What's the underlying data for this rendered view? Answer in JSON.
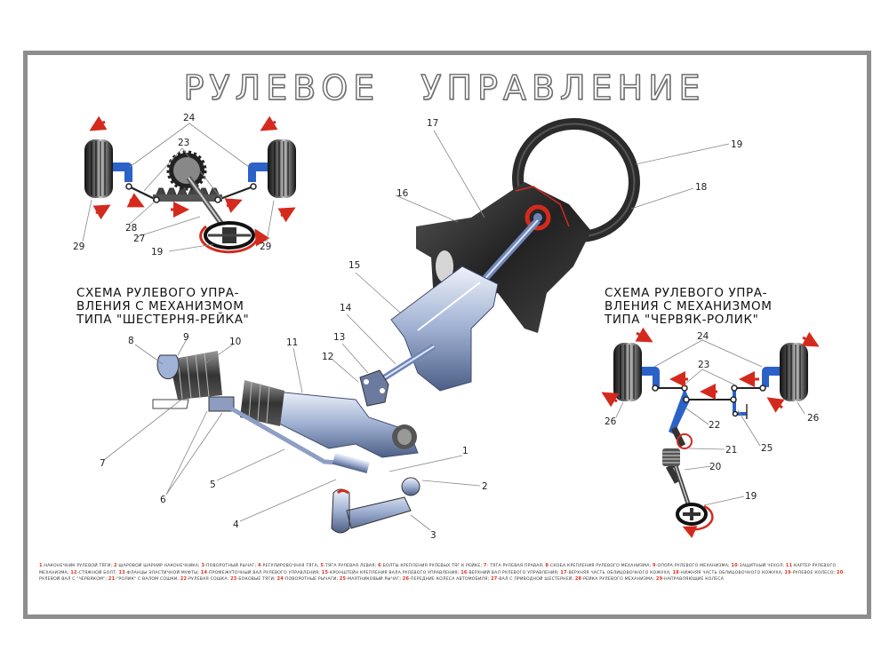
{
  "title": {
    "word1": "РУЛЕВОЕ",
    "word2": "УПРАВЛЕНИЕ"
  },
  "captions": {
    "rack_pinion": [
      "СХЕМА РУЛЕВОГО УПРА-",
      "ВЛЕНИЯ С МЕХАНИЗМОМ",
      "ТИПА \"ШЕСТЕРНЯ-РЕЙКА\""
    ],
    "worm_roller": [
      "СХЕМА РУЛЕВОГО УПРА-",
      "ВЛЕНИЯ С МЕХАНИЗМОМ",
      "ТИПА \"ЧЕРВЯК-РОЛИК\""
    ]
  },
  "colors": {
    "frame": "#8d8d8d",
    "accent_red": "#d42a1e",
    "arm_blue": "#2a62c8",
    "metal": "#a9b8d6",
    "dark": "#2b2b2b"
  },
  "callouts": {
    "main": [
      "1",
      "2",
      "3",
      "4",
      "5",
      "6",
      "7",
      "8",
      "9",
      "10",
      "11",
      "12",
      "13",
      "14",
      "15",
      "16",
      "17",
      "18",
      "19"
    ],
    "rack_scheme": [
      "24",
      "23",
      "28",
      "27",
      "19",
      "29",
      "29"
    ],
    "worm_scheme": [
      "24",
      "23",
      "26",
      "26",
      "22",
      "25",
      "21",
      "20",
      "19"
    ]
  },
  "legend": [
    {
      "n": "1",
      "t": "-наконечник рулевой тяги; "
    },
    {
      "n": "2",
      "t": "-шаровой шарнир наконечника; "
    },
    {
      "n": "3",
      "t": "-поворотный рычаг; "
    },
    {
      "n": "4",
      "t": "-регулировочная тяга; "
    },
    {
      "n": "5",
      "t": "-тяга рулевая левая; "
    },
    {
      "n": "6",
      "t": "-болты крепления рулевых тяг к рейке; "
    },
    {
      "n": "7",
      "t": "- тяга рулевая правая; "
    },
    {
      "n": "8",
      "t": "-скоба крепления рулевого механизма; "
    },
    {
      "n": "9",
      "t": "-опора рулевого механизма; "
    },
    {
      "n": "10",
      "t": "-защитный чехол; "
    },
    {
      "n": "11",
      "t": "-картер рулевого механизма; "
    },
    {
      "n": "12",
      "t": "-стяжной болт; "
    },
    {
      "n": "13",
      "t": "-фланцы эластичной муфты; "
    },
    {
      "n": "14",
      "t": "-промежуточный вал рулевого управления; "
    },
    {
      "n": "15",
      "t": "-кронштейн крепления вала рулевого управления; "
    },
    {
      "n": "16",
      "t": "-верхний вал рулевого управления; "
    },
    {
      "n": "17",
      "t": "-верхняя часть облицовочного кожуха; "
    },
    {
      "n": "18",
      "t": "-нижняя часть облицовочного кожуха; "
    },
    {
      "n": "19",
      "t": "-рулевое колесо; "
    },
    {
      "n": "20",
      "t": "-рулевой вал с \"червяком\"; "
    },
    {
      "n": "21",
      "t": "-\"ролик\" с валом сошки; "
    },
    {
      "n": "22",
      "t": "-рулевая сошка; "
    },
    {
      "n": "23",
      "t": "-боковые тяги; "
    },
    {
      "n": "24",
      "t": "-поворотные рычаги; "
    },
    {
      "n": "25",
      "t": "-маятниковый рычаг; "
    },
    {
      "n": "26",
      "t": "-передние колеса автомобиля; "
    },
    {
      "n": "27",
      "t": "-вал с приводной шестерней; "
    },
    {
      "n": "28",
      "t": "-рейка рулевого механизма; "
    },
    {
      "n": "29",
      "t": "-направляющие колеса"
    }
  ]
}
